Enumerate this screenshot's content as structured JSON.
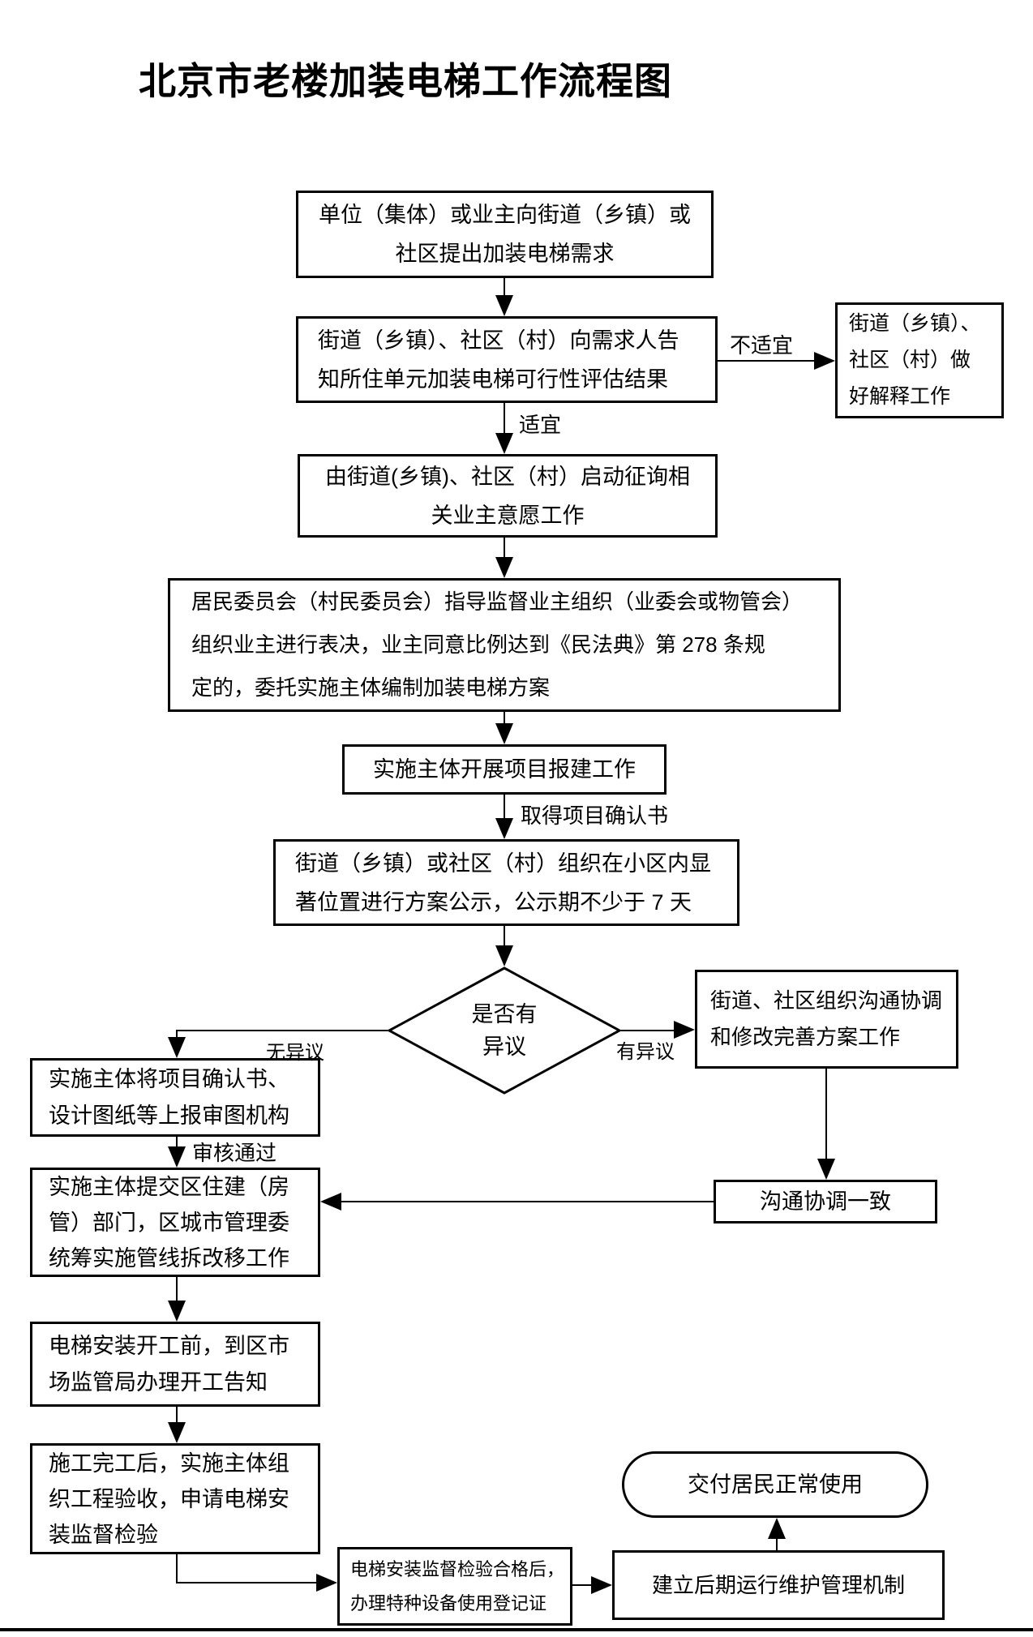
{
  "title": "北京市老楼加装电梯工作流程图",
  "labels": {
    "not_suitable": "不适宜",
    "suitable": "适宜",
    "obtain_confirmation": "取得项目确认书",
    "no_objection": "无异议",
    "objection": "有异议",
    "review_passed": "审核通过"
  },
  "nodes": {
    "demand": {
      "lines": [
        "单位（集体）或业主向街道（乡镇）或",
        "社区提出加装电梯需求"
      ]
    },
    "feasibility": {
      "lines": [
        "街道（乡镇）、社区（村）向需求人告",
        "知所住单元加装电梯可行性评估结果"
      ]
    },
    "explain": {
      "lines": [
        "街道（乡镇）、",
        "社区（村）做",
        "好解释工作"
      ]
    },
    "solicit": {
      "lines": [
        "由街道(乡镇)、社区（村）启动征询相",
        "关业主意愿工作"
      ]
    },
    "vote": {
      "lines": [
        "居民委员会（村民委员会）指导监督业主组织（业委会或物管会）",
        "组织业主进行表决，业主同意比例达到《民法典》第 278 条规",
        "定的，委托实施主体编制加装电梯方案"
      ]
    },
    "project_filing": {
      "lines": [
        "实施主体开展项目报建工作"
      ]
    },
    "publicity": {
      "lines": [
        "街道（乡镇）或社区（村）组织在小区内显",
        "著位置进行方案公示，公示期不少于 7 天"
      ]
    },
    "decision": {
      "lines": [
        "是否有",
        "异议"
      ]
    },
    "coordinate": {
      "lines": [
        "街道、社区组织沟通协调",
        "和修改完善方案工作"
      ]
    },
    "agreement": {
      "lines": [
        "沟通协调一致"
      ]
    },
    "submit_drawings": {
      "lines": [
        "实施主体将项目确认书、",
        "设计图纸等上报审图机构"
      ]
    },
    "pipeline": {
      "lines": [
        "实施主体提交区住建（房",
        "管）部门，区城市管理委",
        "统筹实施管线拆改移工作"
      ]
    },
    "notify_start": {
      "lines": [
        "电梯安装开工前，到区市",
        "场监管局办理开工告知"
      ]
    },
    "acceptance": {
      "lines": [
        "施工完工后，实施主体组",
        "织工程验收，申请电梯安",
        "装监督检验"
      ]
    },
    "registration": {
      "lines": [
        "电梯安装监督检验合格后，",
        "办理特种设备使用登记证"
      ]
    },
    "maintenance": {
      "lines": [
        "建立后期运行维护管理机制"
      ]
    },
    "delivery": {
      "lines": [
        "交付居民正常使用"
      ]
    }
  }
}
